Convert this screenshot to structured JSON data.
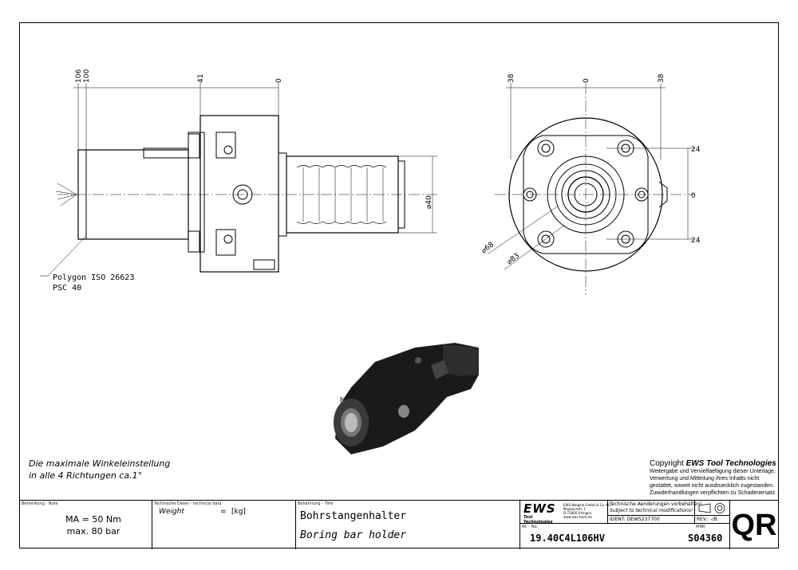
{
  "side_view": {
    "dims_top": [
      "106",
      "100",
      "41",
      "0"
    ],
    "dim_diameter": "⌀40",
    "polygon_note_line1": "Polygon ISO 26623",
    "polygon_note_line2": "PSC 40"
  },
  "front_view": {
    "dims_top": [
      "38",
      "0",
      "38"
    ],
    "dims_right": [
      "24",
      "0",
      "24"
    ],
    "dim_d68": "⌀68",
    "dim_d83": "⌀83"
  },
  "notes": {
    "angle_line1": "Die maximale Winkeleinstellung",
    "angle_line2": "in alle 4 Richtungen ca.1°"
  },
  "copyright": {
    "prefix": "Copyright ",
    "brand": "EWS Tool Technologies",
    "line1": "Weitergabe und Vervielfaeltigung dieser Unterlage,",
    "line2": "Verwertung und Mitteilung ihres Inhalts nicht",
    "line3": "gestattet, soweit nicht ausdruecklich zugestanden.",
    "line4": "Zuwiderhandlungen verpflichten zu Schadenersatz."
  },
  "title_block": {
    "remark_label": "Bemerkung - Note",
    "remark_line1": "MA = 50 Nm",
    "remark_line2": "max. 80 bar",
    "tech_label": "Technische Daten - technical data",
    "weight_label": "Weight",
    "weight_eq": "=",
    "weight_unit": "[kg]",
    "name_label": "Benennung - Title",
    "title_de": "Bohrstangenhalter",
    "title_en": "Boring bar holder",
    "logo_text": "EWS",
    "logo_sub": "Tool Technologies",
    "address_line1": "EWS Weigele GmbH & Co. KG",
    "address_line2": "Maybachstr. 1",
    "address_line3": "D-73066 Uhingen",
    "address_line4": "www.ews-tools.de",
    "changes_de": "Technische Aenderungen vorbehalten!",
    "changes_en": "Subject to technical modifications!",
    "ident": "IDENT: DEWS237700",
    "rev": "REV.: -/B:",
    "nr_label": "Nr. - No.",
    "part_no": "19.40C4L106HV",
    "mnr_label": "MNR",
    "mnr": "S04360",
    "qr": "QR"
  }
}
